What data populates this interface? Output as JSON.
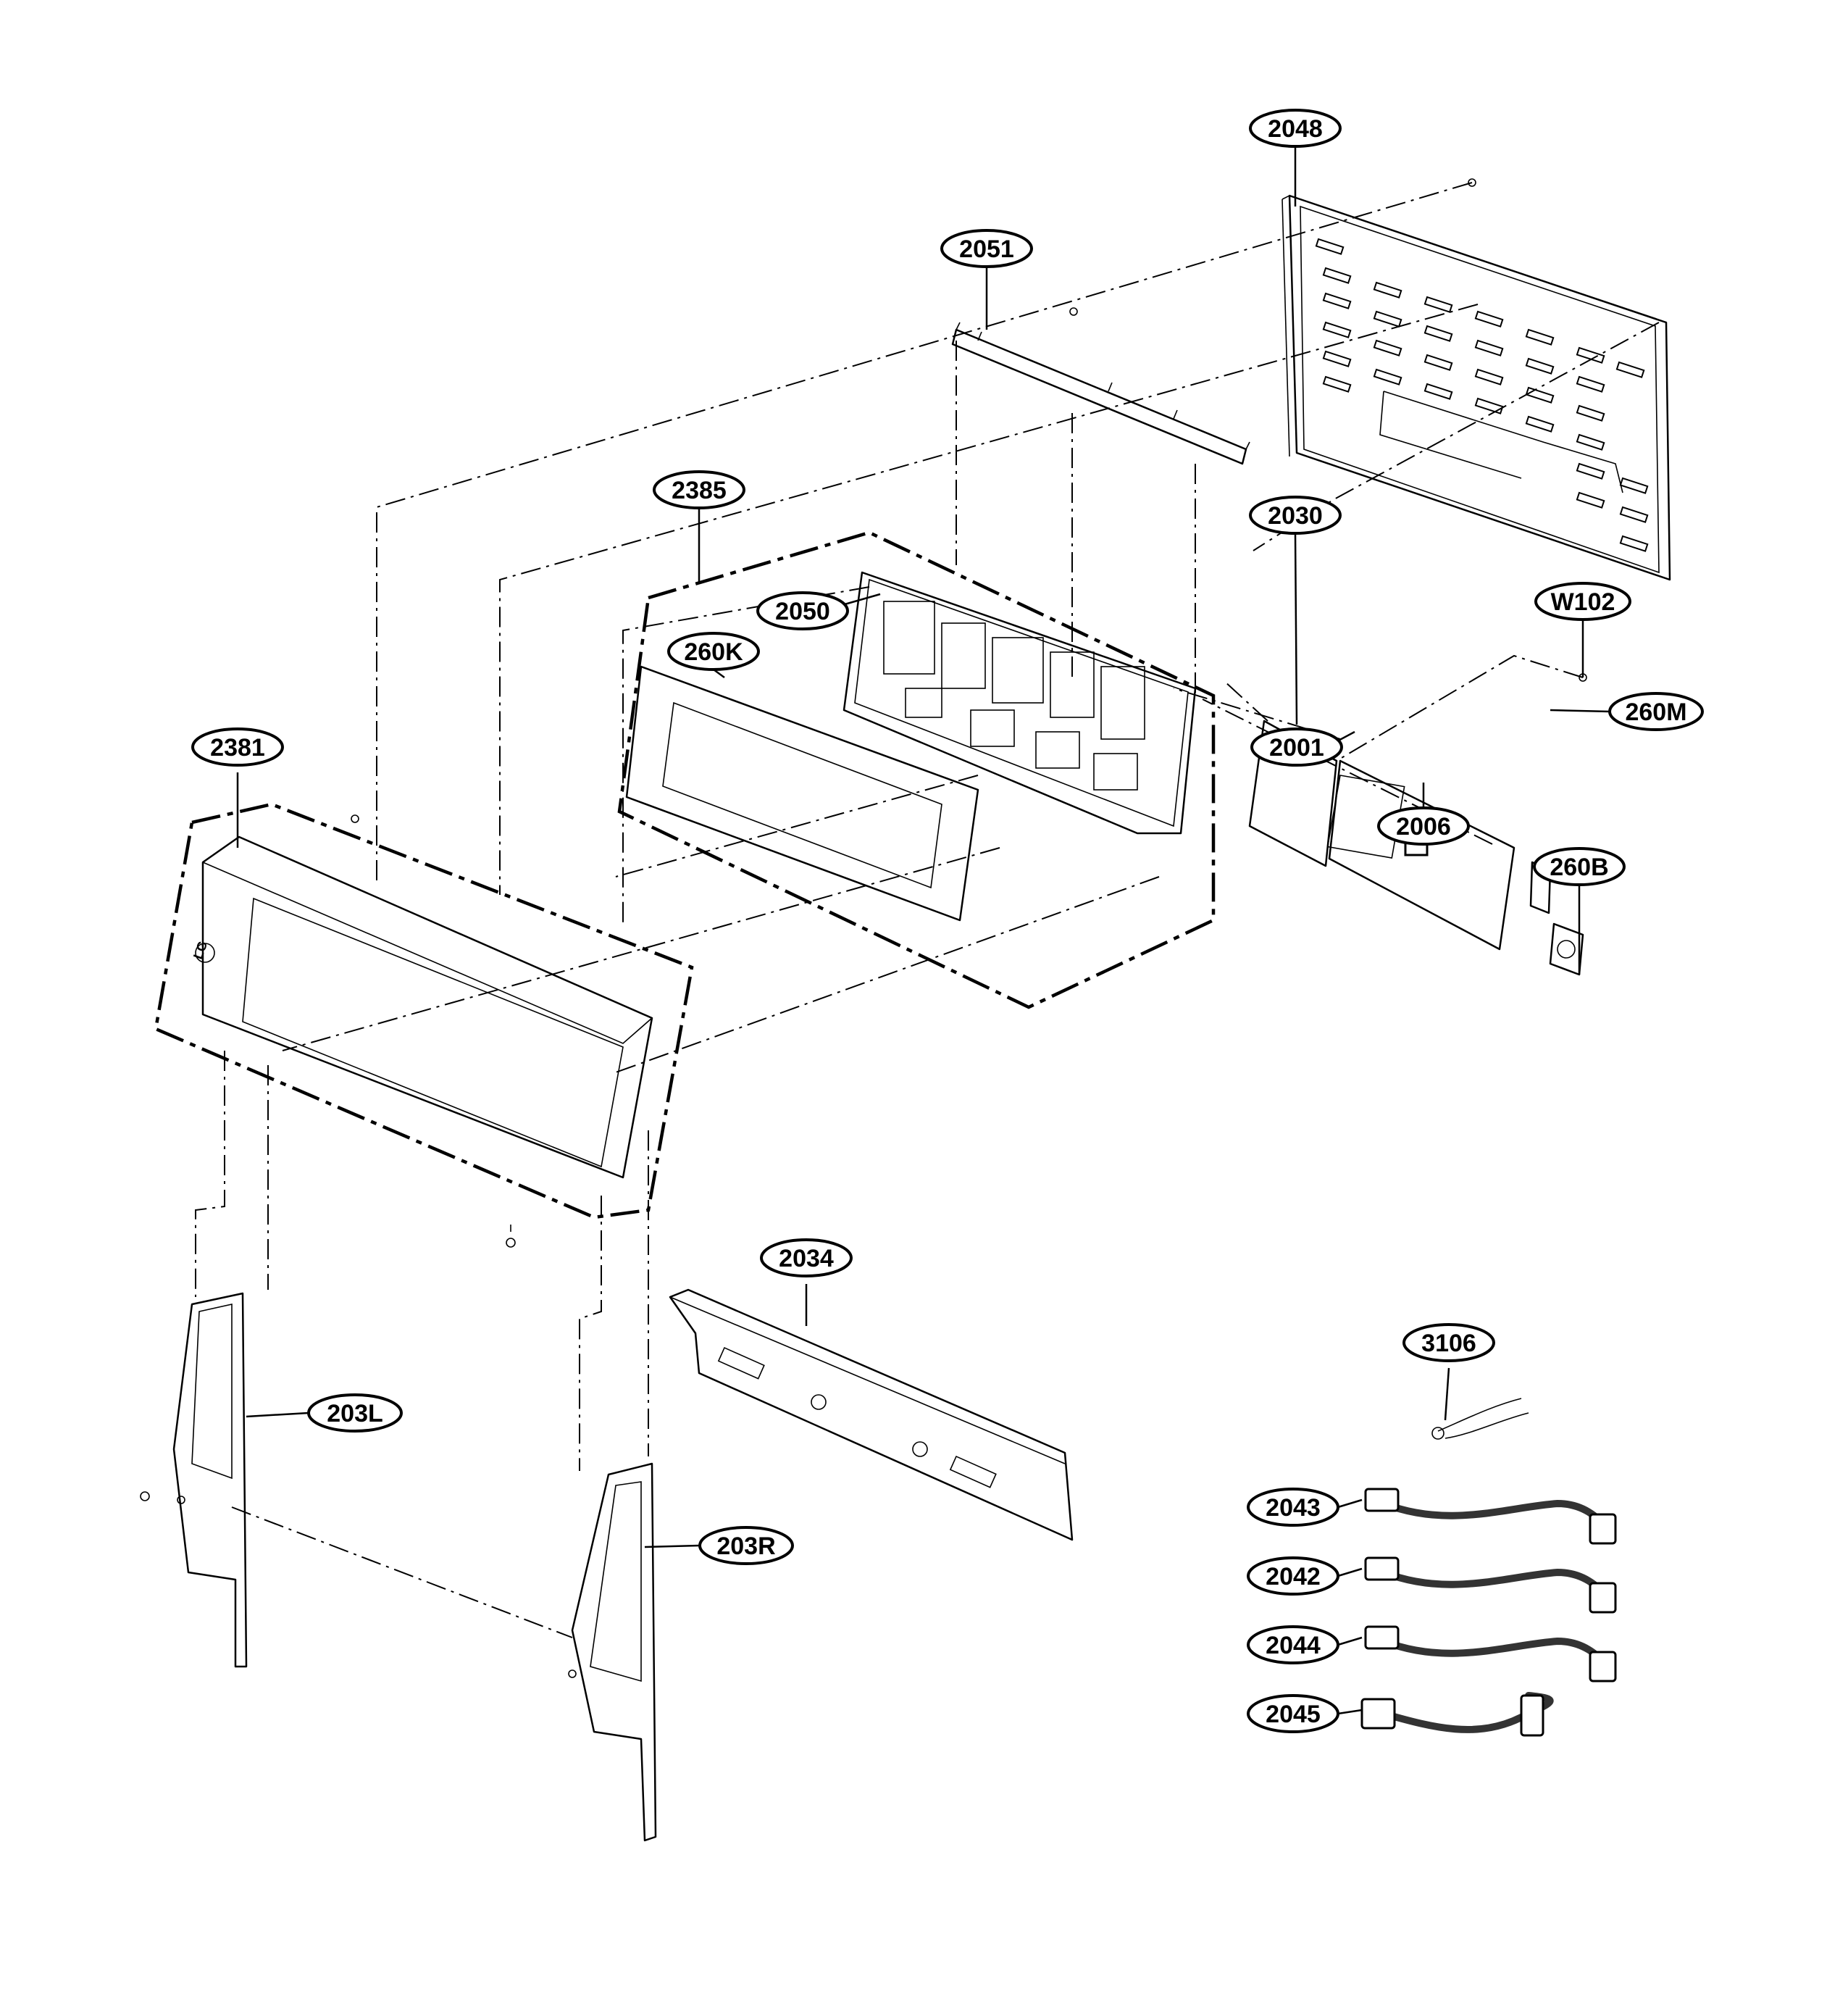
{
  "parts": [
    {
      "id": "p2048",
      "label": "2048"
    },
    {
      "id": "p2051",
      "label": "2051"
    },
    {
      "id": "p2385",
      "label": "2385"
    },
    {
      "id": "p2030",
      "label": "2030"
    },
    {
      "id": "p2050",
      "label": "2050"
    },
    {
      "id": "pW102",
      "label": "W102"
    },
    {
      "id": "p260K",
      "label": "260K"
    },
    {
      "id": "p260M",
      "label": "260M"
    },
    {
      "id": "p2381",
      "label": "2381"
    },
    {
      "id": "p2001",
      "label": "2001"
    },
    {
      "id": "p2006",
      "label": "2006"
    },
    {
      "id": "p260B",
      "label": "260B"
    },
    {
      "id": "p2034",
      "label": "2034"
    },
    {
      "id": "p3106",
      "label": "3106"
    },
    {
      "id": "p203L",
      "label": "203L"
    },
    {
      "id": "p2043",
      "label": "2043"
    },
    {
      "id": "p203R",
      "label": "203R"
    },
    {
      "id": "p2042",
      "label": "2042"
    },
    {
      "id": "p2044",
      "label": "2044"
    },
    {
      "id": "p2045",
      "label": "2045"
    }
  ]
}
